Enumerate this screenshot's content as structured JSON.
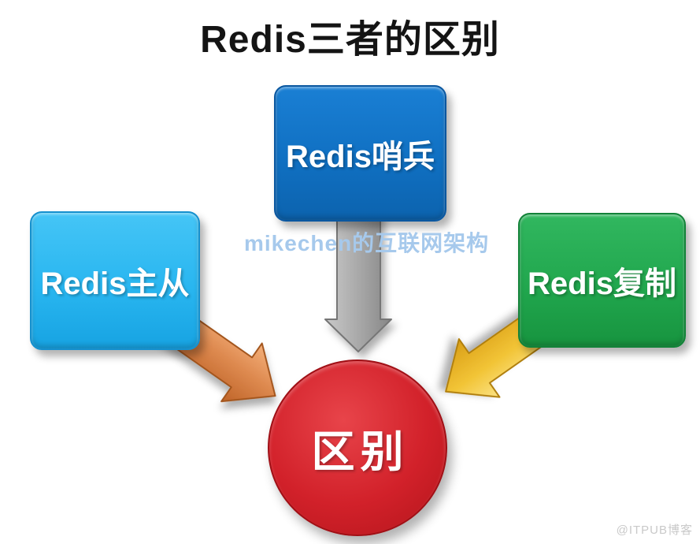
{
  "title": "Redis三者的区别",
  "diagram": {
    "nodes": [
      {
        "id": "redis-sentinel",
        "label": "Redis哨兵",
        "shape": "rounded-rect",
        "color": "#1070C2",
        "text_color": "#FFFFFF"
      },
      {
        "id": "redis-master-slave",
        "label": "Redis主从",
        "shape": "rounded-rect",
        "color": "#29B6F0",
        "text_color": "#FFFFFF"
      },
      {
        "id": "redis-replication",
        "label": "Redis复制",
        "shape": "rounded-rect",
        "color": "#21A74E",
        "text_color": "#FFFFFF"
      },
      {
        "id": "difference",
        "label": "区别",
        "shape": "circle",
        "color": "#D2212A",
        "text_color": "#FFFFFF"
      }
    ],
    "arrows": [
      {
        "from": "redis-master-slave",
        "to": "difference",
        "color": "#DE8A50",
        "direction": "down-right"
      },
      {
        "from": "redis-sentinel",
        "to": "difference",
        "color": "#A9A9A9",
        "direction": "down"
      },
      {
        "from": "redis-replication",
        "to": "difference",
        "color": "#F2C436",
        "direction": "down-left"
      }
    ]
  },
  "watermarks": {
    "center": "mikechen的互联网架构",
    "corner": "@ITPUB博客"
  }
}
